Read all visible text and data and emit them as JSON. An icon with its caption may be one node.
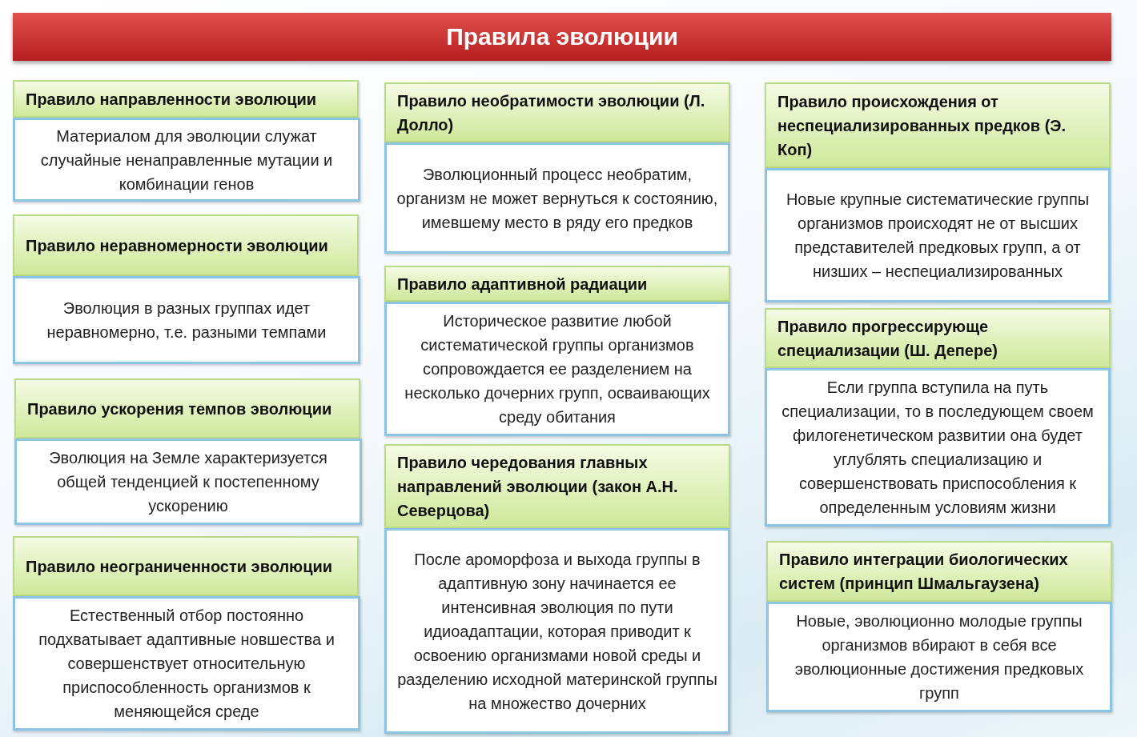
{
  "diagram": {
    "title": "Правила эволюции",
    "nodes": [
      {
        "text": [
          "Правило направленности эволюции"
        ]
      },
      {
        "text": [
          "Материалом для эволюции служат случайные ненаправленные мутации и комбинации генов"
        ]
      },
      {
        "text": [
          "Правило неравномерности эволюции"
        ]
      },
      {
        "text": [
          "Эволюция в разных группах идет неравномерно, т.е. разными темпами"
        ]
      },
      {
        "text": [
          "Правило ускорения темпов эволюции"
        ]
      },
      {
        "text": [
          "Эволюция на Земле характеризуется общей тенденцией к постепенному ускорению"
        ]
      },
      {
        "text": [
          "Правило неограниченности эволюции"
        ]
      },
      {
        "text": [
          "Естественный отбор постоянно подхватывает адаптивные новшества и совершенствует относительную приспособленность организмов к меняющейся среде"
        ]
      },
      {
        "text": [
          "Правило необратимости эволюции (Л. Долло)"
        ]
      },
      {
        "text": [
          "Эволюционный процесс необратим, организм не может вернуться к состоянию, имевшему место в ряду его предков"
        ]
      },
      {
        "text": [
          "Правило адаптивной радиации"
        ]
      },
      {
        "text": [
          "Историческое развитие любой систематической группы организмов сопровождается ее разделением на несколько дочерних групп, осваивающих среду обитания"
        ]
      },
      {
        "text": [
          "Правило чередования главных направлений эволюции (закон А.Н. Северцова)"
        ]
      },
      {
        "text": [
          "После ароморфоза и выхода группы в адаптивную зону начинается ее интенсивная эволюция по пути идиоадаптации, которая приводит к освоению организмами новой среды и разделению исходной материнской группы на множество дочерних"
        ]
      },
      {
        "text": [
          "Правило происхождения от неспециализированных предков (Э. Коп)"
        ]
      },
      {
        "text": [
          "Новые крупные систематические группы организмов происходят не от высших представителей предковых групп, а от низших – неспециализированных"
        ]
      },
      {
        "text": [
          "Правило прогрессирующе специализации (Ш. Депере)"
        ]
      },
      {
        "text": [
          "Если группа вступила на путь специализации, то в последующем своем филогенетическом развитии она будет углублять специализацию и совершенствовать приспособления к определенным условиям жизни"
        ]
      },
      {
        "text": [
          "Правило интеграции биологических систем (принцип Шмальгаузена)"
        ]
      },
      {
        "text": [
          "Новые, эволюционно молодые группы организмов вбирают в себя все эволюционные достижения предковых групп"
        ]
      }
    ]
  }
}
